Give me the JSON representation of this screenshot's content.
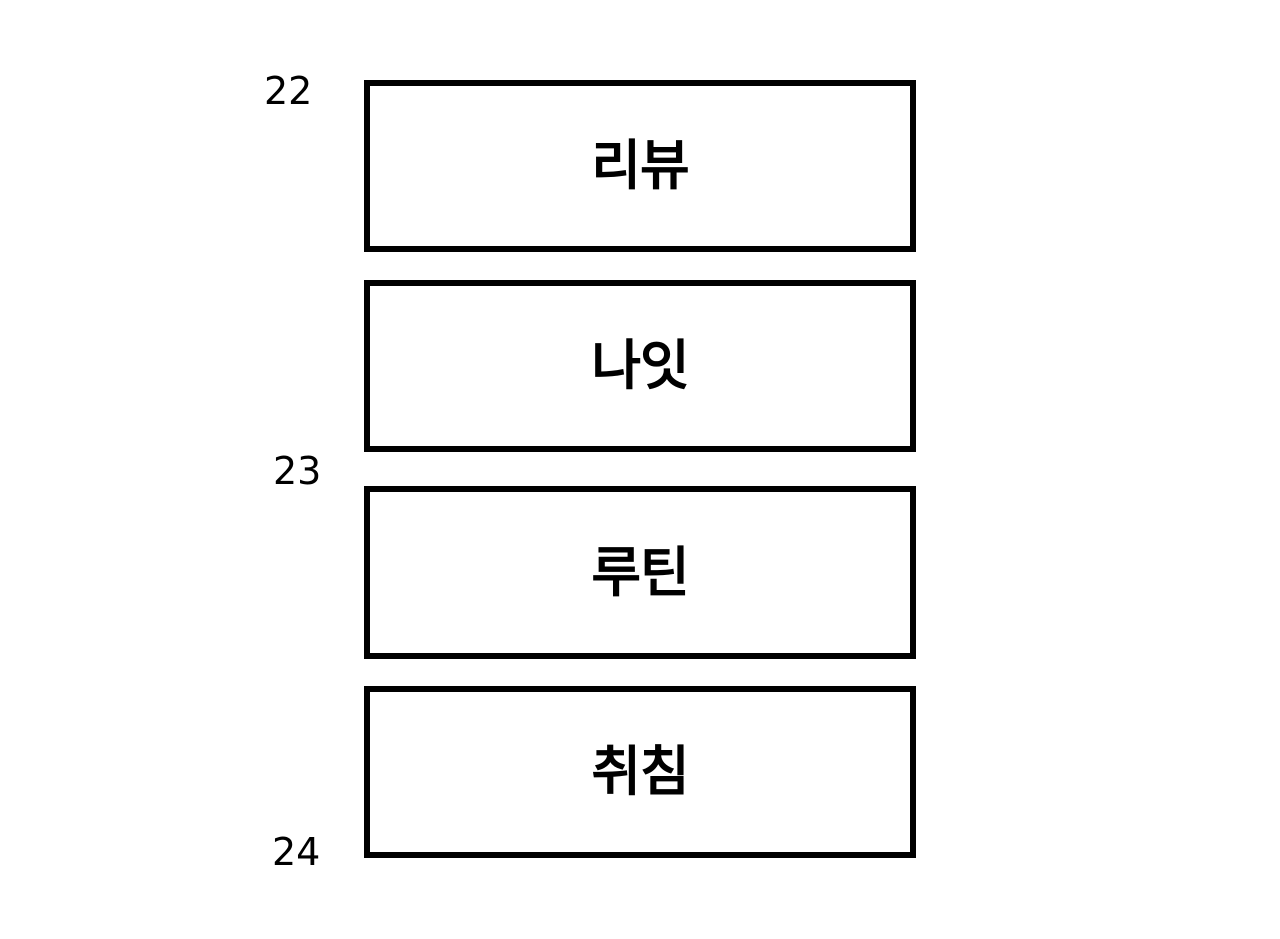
{
  "diagram": {
    "boxes": [
      {
        "label": "리뷰"
      },
      {
        "label": "나잇"
      },
      {
        "label": "루틴"
      },
      {
        "label": "취침"
      }
    ],
    "reference_numbers": [
      "22",
      "23",
      "24"
    ],
    "colors": {
      "stroke": "#000000",
      "fill": "#ffffff",
      "text": "#000000"
    }
  }
}
